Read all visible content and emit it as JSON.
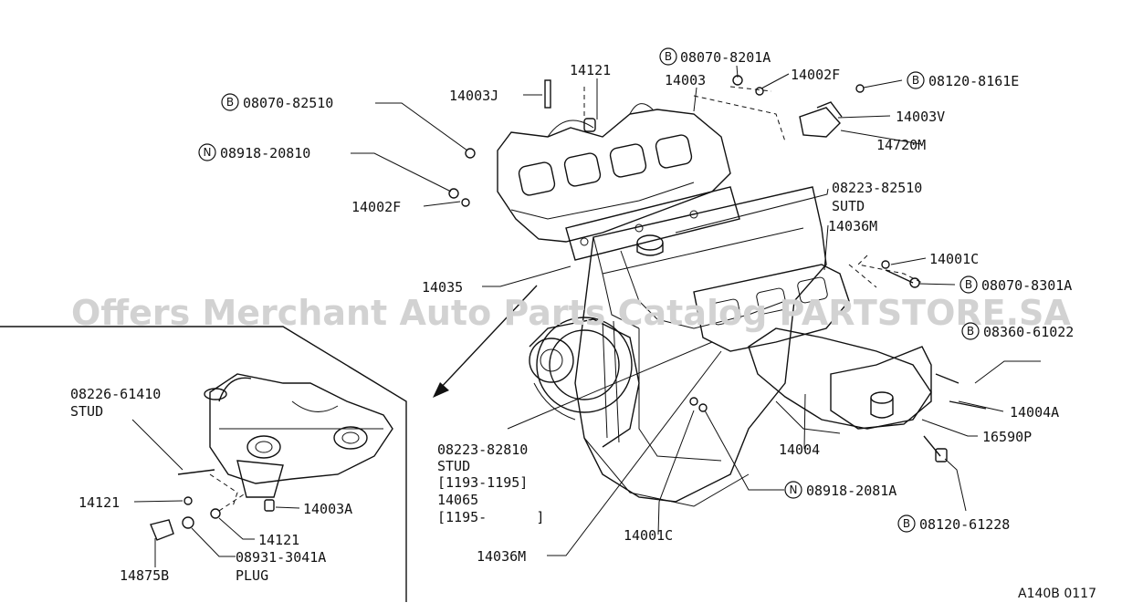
{
  "watermark": "Offers Merchant Auto Parts Catalog PARTSTORE.SA",
  "reference": "A140B 0117",
  "callouts": {
    "c1": {
      "badge": "B",
      "text": "08070-8201A"
    },
    "c2": {
      "badge": "",
      "text": "14121"
    },
    "c3": {
      "badge": "",
      "text": "14003J"
    },
    "c4": {
      "badge": "",
      "text": "14003"
    },
    "c5": {
      "badge": "",
      "text": "14002F"
    },
    "c6": {
      "badge": "B",
      "text": "08120-8161E"
    },
    "c7": {
      "badge": "B",
      "text": "08070-82510"
    },
    "c8": {
      "badge": "",
      "text": "14003V"
    },
    "c9": {
      "badge": "N",
      "text": "08918-20810"
    },
    "c10": {
      "badge": "",
      "text": "14720M"
    },
    "c11": {
      "badge": "",
      "text": "08223-82510",
      "sub": "SUTD"
    },
    "c12": {
      "badge": "",
      "text": "14002F"
    },
    "c13": {
      "badge": "",
      "text": "14036M"
    },
    "c14": {
      "badge": "",
      "text": "14001C"
    },
    "c15": {
      "badge": "",
      "text": "14035"
    },
    "c16": {
      "badge": "B",
      "text": "08070-8301A"
    },
    "c17": {
      "badge": "B",
      "text": "08360-61022"
    },
    "c18": {
      "badge": "",
      "text": "08226-61410",
      "sub": "STUD"
    },
    "c19": {
      "badge": "",
      "text": "14004A"
    },
    "c20": {
      "badge": "",
      "text": "16590P"
    },
    "c21": {
      "badge": "",
      "text": "08223-82810",
      "sub": "STUD",
      "lines": [
        "[1193-1195]",
        "14065",
        "[1195-      ]"
      ]
    },
    "c22": {
      "badge": "",
      "text": "14004"
    },
    "c23": {
      "badge": "",
      "text": "14121"
    },
    "c24": {
      "badge": "",
      "text": "14003A"
    },
    "c25": {
      "badge": "N",
      "text": "08918-2081A"
    },
    "c26": {
      "badge": "",
      "text": "14121"
    },
    "c27": {
      "badge": "",
      "text": "14001C"
    },
    "c28": {
      "badge": "",
      "text": "08931-3041A",
      "sub": "PLUG"
    },
    "c29": {
      "badge": "B",
      "text": "08120-61228"
    },
    "c30": {
      "badge": "",
      "text": "14875B"
    },
    "c31": {
      "badge": "",
      "text": "14036M"
    }
  }
}
